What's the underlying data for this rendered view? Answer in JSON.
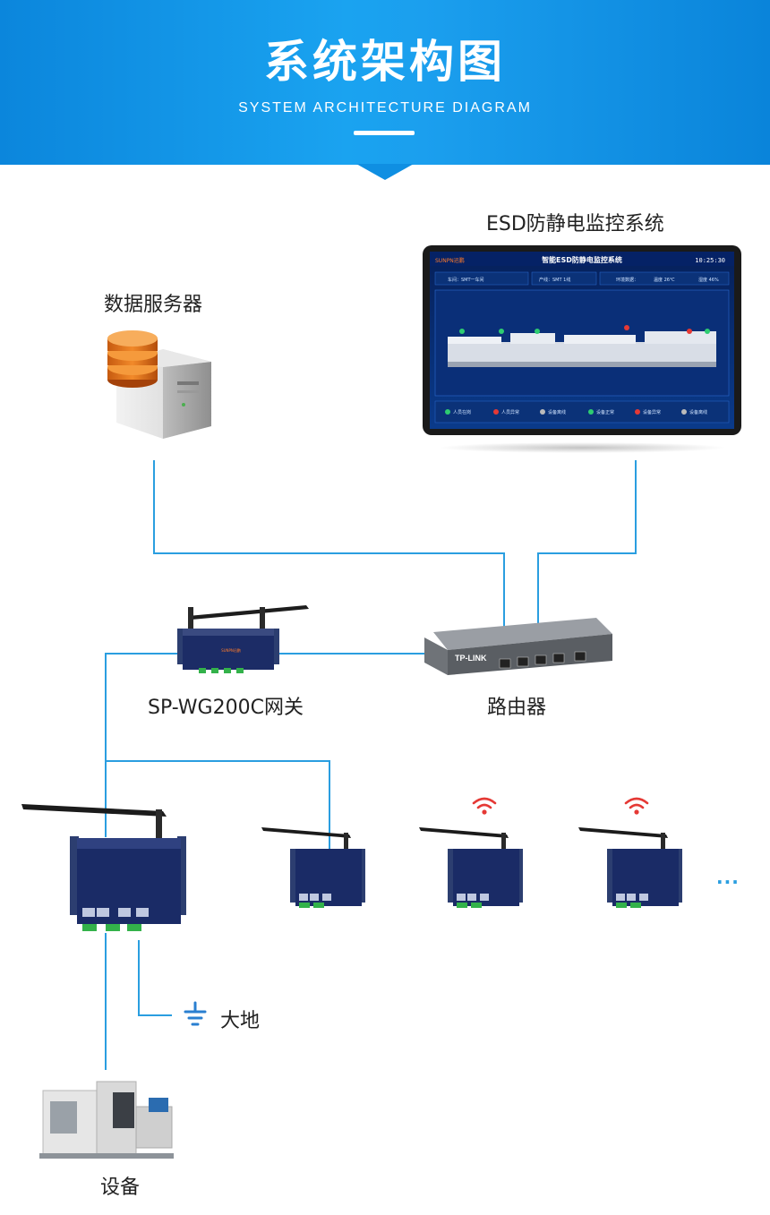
{
  "header": {
    "title": "系统架构图",
    "subtitle": "SYSTEM ARCHITECTURE DIAGRAM"
  },
  "nodes": {
    "monitor_label": "ESD防静电监控系统",
    "server_label": "数据服务器",
    "gateway_label": "SP-WG200C网关",
    "router_label": "路由器",
    "ground_label": "大地",
    "equipment_label": "设备",
    "more_label": "..."
  },
  "screen": {
    "title": "智能ESD防静电监控系统",
    "brand": "SUNPN迅鹏",
    "clock": "10:25:30",
    "workshop": "车间：SMT一车间",
    "line": "产线：SMT 1线",
    "env_label": "环境数据：",
    "temperature": "温度 26℃",
    "humidity": "湿度 46%",
    "legend": [
      "人员在岗",
      "人员异常",
      "设备离线",
      "设备正常",
      "设备异常",
      "设备离线"
    ]
  },
  "router": {
    "brand": "TP-LINK"
  },
  "watermark": "SUNPN迅鹏",
  "colors": {
    "banner": "#1296e6",
    "line": "#2a9ee0",
    "screen_bg": "#0a2a6b"
  }
}
